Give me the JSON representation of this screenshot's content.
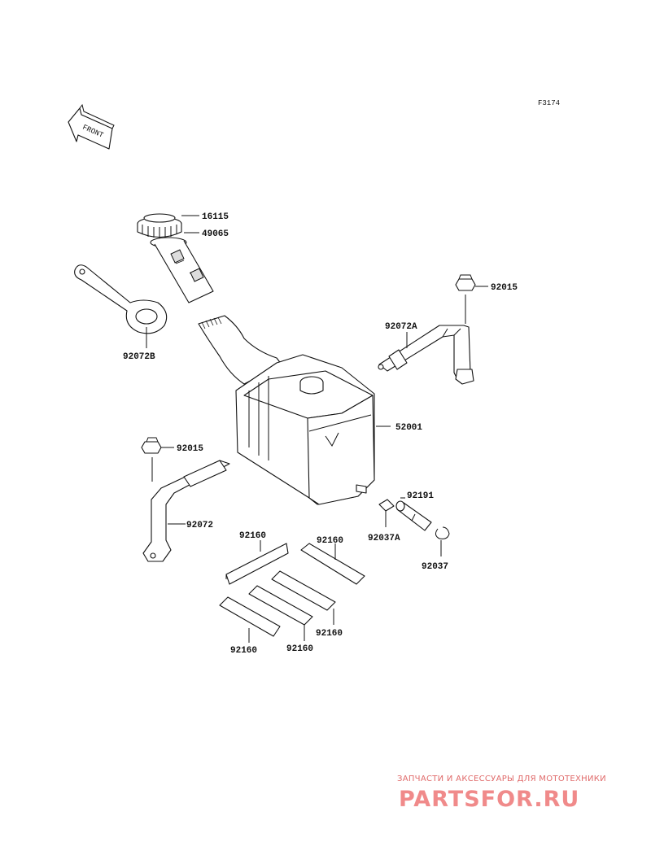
{
  "diagram": {
    "figure_code": "F3174",
    "front_label": "FRONT",
    "parts": [
      {
        "id": "cap",
        "number": "16115"
      },
      {
        "id": "cap-gasket",
        "number": "49065"
      },
      {
        "id": "strap-b",
        "number": "92072B"
      },
      {
        "id": "nut-right",
        "number": "92015"
      },
      {
        "id": "strap-a",
        "number": "92072A"
      },
      {
        "id": "tank",
        "number": "52001"
      },
      {
        "id": "nut-left",
        "number": "92015"
      },
      {
        "id": "strap",
        "number": "92072"
      },
      {
        "id": "hose",
        "number": "92191"
      },
      {
        "id": "clamp-a",
        "number": "92037A"
      },
      {
        "id": "clamp",
        "number": "92037"
      },
      {
        "id": "pad-1",
        "number": "92160"
      },
      {
        "id": "pad-2",
        "number": "92160"
      },
      {
        "id": "pad-3",
        "number": "92160"
      },
      {
        "id": "pad-4",
        "number": "92160"
      },
      {
        "id": "pad-5",
        "number": "92160"
      }
    ]
  },
  "watermark": {
    "tagline": "ЗАПЧАСТИ И АКСЕССУАРЫ ДЛЯ МОТОТЕХНИКИ",
    "brand": "PARTSFOR.RU"
  }
}
